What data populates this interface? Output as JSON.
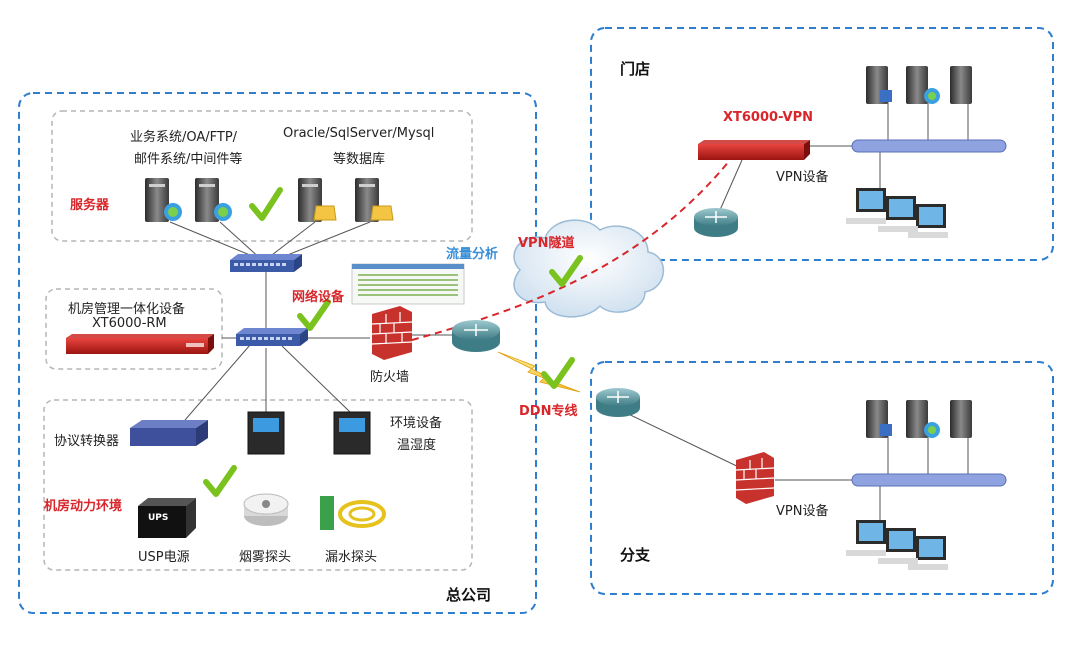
{
  "hq": {
    "label": "总公司",
    "servers": {
      "section_label": "服务器",
      "group1_line1": "业务系统/OA/FTP/",
      "group1_line2": "邮件系统/中间件等",
      "group2_line1": "Oracle/SqlServer/Mysql",
      "group2_line2": "等数据库"
    },
    "rm_device_line1": "机房管理一体化设备",
    "rm_device_line2": "XT6000-RM",
    "network_label": "网络设备",
    "traffic_label": "流量分析",
    "firewall_label": "防火墙",
    "env": {
      "section_label": "机房动力环境",
      "protocol_converter": "协议转换器",
      "env_device_line1": "环境设备",
      "env_device_line2": "温湿度",
      "ups_label": "USP电源",
      "ups_badge": "UPS",
      "smoke_label": "烟雾探头",
      "water_label": "漏水探头"
    }
  },
  "vpn_tunnel_label": "VPN隧道",
  "ddn_label": "DDN专线",
  "store": {
    "label": "门店",
    "device_title": "XT6000-VPN",
    "vpn_label": "VPN设备"
  },
  "branch": {
    "label": "分支",
    "vpn_label": "VPN设备"
  },
  "colors": {
    "dashed_blue": "#2f7fcf",
    "dashed_gray": "#b5b5b5",
    "accent_red": "#d8262b",
    "check_green": "#7ac21e",
    "switch_blue": "#3b5aa8",
    "bus_blue": "#8fa3e0"
  }
}
